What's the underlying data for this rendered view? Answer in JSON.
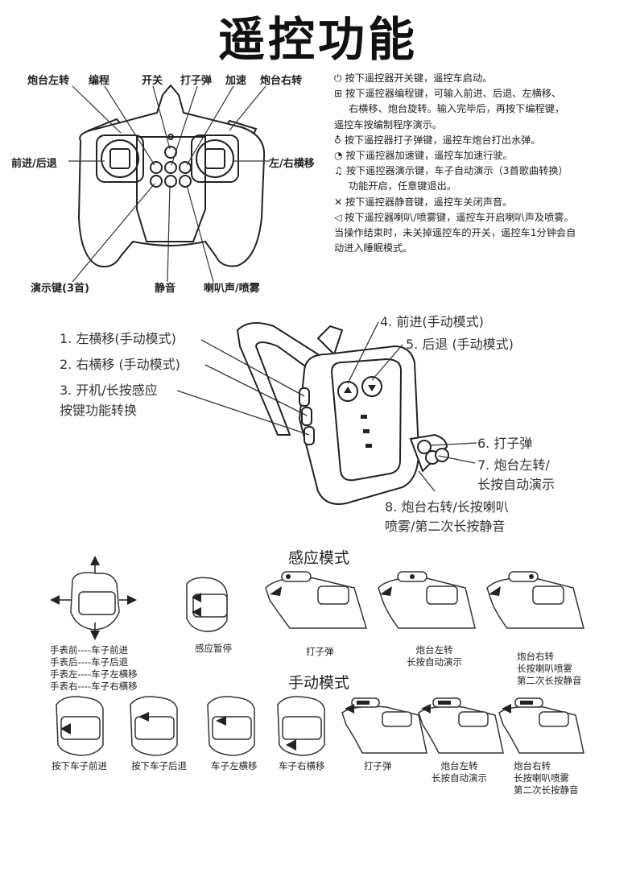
{
  "title": "遥控功能",
  "remote": {
    "labels": {
      "turret_left": "炮台左转",
      "program": "编程",
      "power": "开关",
      "shoot": "打子弹",
      "speed": "加速",
      "turret_right": "炮台右转",
      "forward_back": "前进/后退",
      "left_right": "左/右横移",
      "demo": "演示键(3首)",
      "mute": "静音",
      "horn": "喇叭声/喷雾"
    },
    "instructions": [
      "按下遥控器开关键，遥控车启动。",
      "按下遥控器编程键，可输入前进、后退、左横移、",
      "右横移、炮台旋转。输入完毕后，再按下编程键，",
      "遥控车按编制程序演示。",
      "按下遥控器打子弹键，遥控车炮台打出水弹。",
      "按下遥控器加速键，遥控车加速行驶。",
      "按下遥控器演示键，车子自动演示（3首歌曲转换）",
      "功能开启，任意键退出。",
      "按下遥控器静音键，遥控车关闭声音。",
      "按下遥控器喇叭/喷雾键，遥控车开启喇叭声及喷雾。",
      "当操作结束时，未关掉遥控车的开关，遥控车1分钟会自",
      "动进入睡眠模式。"
    ]
  },
  "watch": {
    "labels": {
      "l1": "1. 左横移(手动模式)",
      "l2": "2. 右横移 (手动模式)",
      "l3a": "3. 开机/长按感应",
      "l3b": "按键功能转换",
      "l4": "4. 前进(手动模式)",
      "l5": "5. 后退 (手动模式)",
      "l6": "6. 打子弹",
      "l7a": "7. 炮台左转/",
      "l7b": "长按自动演示",
      "l8a": "8. 炮台右转/长按喇叭",
      "l8b": "喷雾/第二次长按静音"
    }
  },
  "sensing": {
    "title": "感应模式",
    "legend": [
      "手表前----车子前进",
      "手表后----车子后退",
      "手表左----车子左横移",
      "手表右----车子右横移"
    ],
    "pause": "感应暂停",
    "shoot": "打子弹",
    "turret_left": [
      "炮台左转",
      "长按自动演示"
    ],
    "turret_right": [
      "炮台右转",
      "长按喇叭喷雾",
      "第二次长按静音"
    ]
  },
  "manual": {
    "title": "手动模式",
    "forward": "按下车子前进",
    "backward": "按下车子后退",
    "left": "车子左横移",
    "right": "车子右横移",
    "shoot": "打子弹",
    "turret_left": [
      "炮台左转",
      "长按自动演示"
    ],
    "turret_right": [
      "炮台右转",
      "长按喇叭喷雾",
      "第二次长按静音"
    ]
  }
}
